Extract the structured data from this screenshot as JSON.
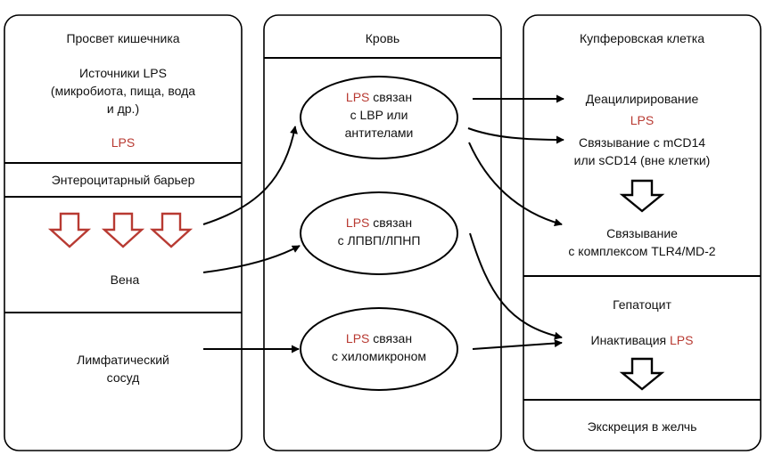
{
  "colors": {
    "lps": "#b83a32",
    "stroke": "#000000"
  },
  "left": {
    "title": "Просвет кишечника",
    "sources": "Источники LPS\n(микробиота, пища, вода\nи др.)",
    "lps": "LPS",
    "barrier": "Энтероцитарный барьер",
    "vein": "Вена",
    "lymph": "Лимфатический\nсосуд"
  },
  "middle": {
    "title": "Кровь",
    "ellipse1": {
      "lps": "LPS",
      "rest": "связан",
      "lines": "с LBP или\nантителами"
    },
    "ellipse2": {
      "lps": "LPS",
      "rest": "связан",
      "lines": "с ЛПВП/ЛПНП"
    },
    "ellipse3": {
      "lps": "LPS",
      "rest": "связан",
      "lines": "с хиломикроном"
    }
  },
  "right": {
    "title": "Купферовская клетка",
    "deacyl": "Деацилирирование",
    "deacyl_lps": "LPS",
    "binding_cd14": "Связывание с mCD14\nили sCD14 (вне клетки)",
    "binding_tlr": "Связывание\nс комплексом TLR4/MD-2",
    "hepatocyte": "Гепатоцит",
    "inactivation": "Инактивация",
    "inactivation_lps": "LPS",
    "excretion": "Экскреция в желчь"
  }
}
